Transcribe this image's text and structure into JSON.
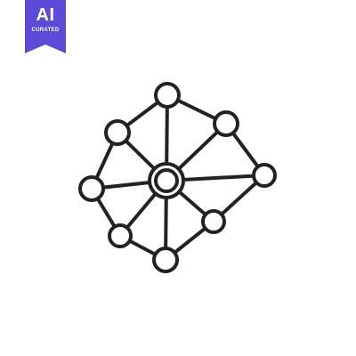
{
  "badge": {
    "title": "AI",
    "subtitle": "CURATED",
    "color": "#5b4bd8"
  },
  "icon": {
    "name": "network-icon",
    "stroke_color": "#222222",
    "nodes": [
      "hub",
      "top",
      "upper-left",
      "upper-right",
      "right",
      "left",
      "lower-left",
      "lower-right",
      "bottom"
    ]
  }
}
